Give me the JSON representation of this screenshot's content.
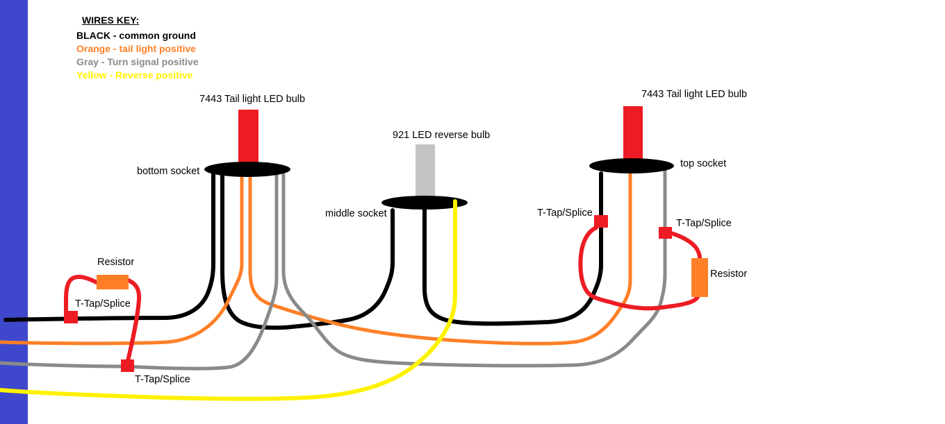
{
  "key": {
    "title": "WIRES KEY:",
    "entries": [
      {
        "label": "BLACK - common ground",
        "color": "#000000"
      },
      {
        "label": "Orange - tail light positive",
        "color": "#FF7F27"
      },
      {
        "label": "Gray - Turn signal positive",
        "color": "#8a8a8a"
      },
      {
        "label": "Yellow - Reverse positive",
        "color": "#FFF200"
      }
    ]
  },
  "labels": {
    "bulb_left": "7443 Tail light LED bulb",
    "bulb_middle": "921 LED reverse bulb",
    "bulb_right": "7443 Tail light LED bulb",
    "socket_bottom": "bottom socket",
    "socket_middle": "middle socket",
    "socket_top": "top socket",
    "resistor_left": "Resistor",
    "resistor_right": "Resistor",
    "ttap_black_left": "T-Tap/Splice",
    "ttap_gray_left": "T-Tap/Splice",
    "ttap_black_right": "T-Tap/Splice",
    "ttap_gray_right": "T-Tap/Splice"
  },
  "colors": {
    "ground_wire": "#000000",
    "tail_wire": "#FF7F27",
    "turn_wire": "#8a8a8a",
    "reverse_wire": "#FFF200",
    "splice_red": "#ED1C24",
    "bulb_red": "#ED1C24",
    "bulb_gray": "#C3C3C3",
    "resistor_orange": "#FF7F27",
    "socket_black": "#000000",
    "left_bar_blue": "#3F48CC"
  }
}
